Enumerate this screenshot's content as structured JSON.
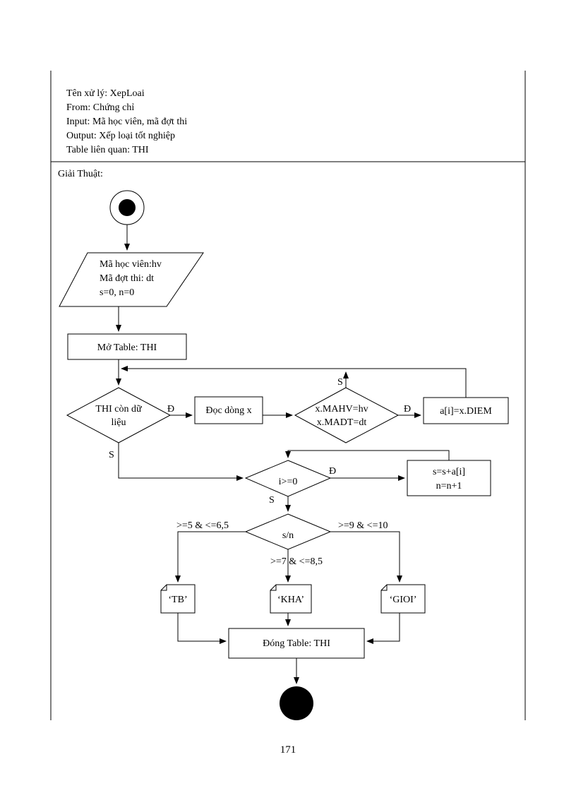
{
  "header": {
    "lines": [
      "Tên xử lý: XepLoai",
      "From: Chứng chỉ",
      "Input: Mã học viên, mã đợt thi",
      "Output: Xếp loại tốt nghiệp",
      "Table liên quan: THI"
    ]
  },
  "section_label": "Giải Thuật:",
  "flow": {
    "input": [
      "Mã học viên:hv",
      "Mã đợt thi: dt",
      "s=0, n=0"
    ],
    "open_table": "Mở Table: THI",
    "cond_data": [
      "THI còn dữ",
      "liệu"
    ],
    "read_row": "Đọc dòng x",
    "cond_match": [
      "x.MAHV=hv",
      "x.MADT=dt"
    ],
    "assign": "a[i]=x.DIEM",
    "cond_loop": "i>=0",
    "accumulate": [
      "s=s+a[i]",
      "n=n+1"
    ],
    "cond_avg": "s/n",
    "range_left": ">=5 & <=6,5",
    "range_mid": ">=7 & <=8,5",
    "range_right": ">=9 & <=10",
    "doc_tb": "‘TB’",
    "doc_kha": "‘KHA’",
    "doc_gioi": "‘GIOI’",
    "close_table": "Đóng Table: THI",
    "yes_label": "Ð",
    "no_label": "S"
  },
  "page_number": "171"
}
